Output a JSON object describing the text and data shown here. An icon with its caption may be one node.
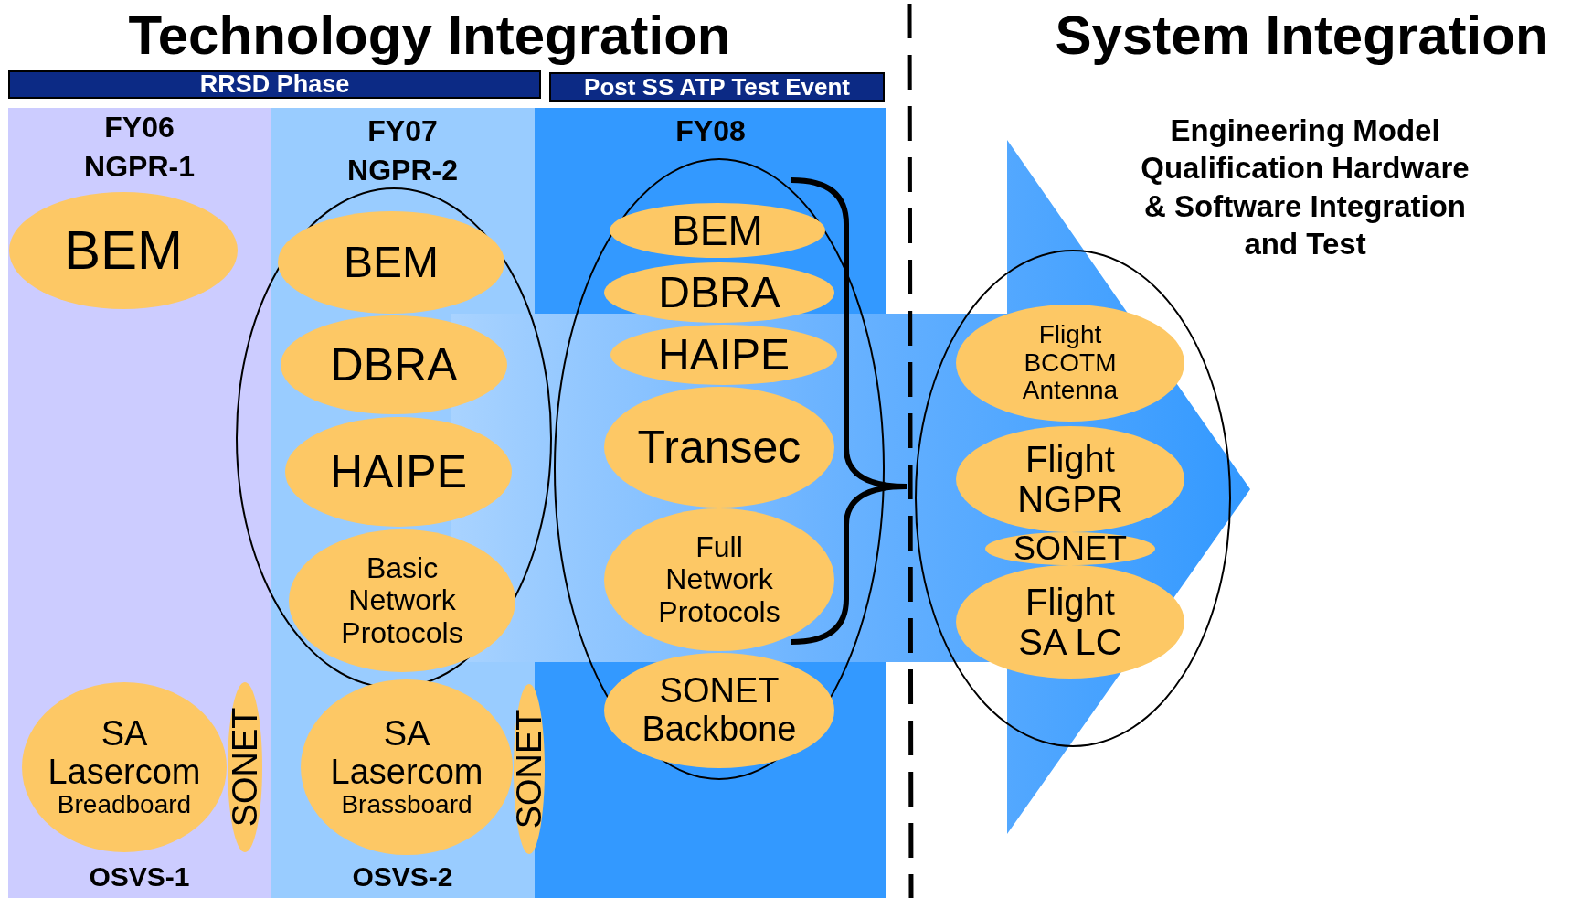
{
  "diagram": {
    "nodes": [
      {
        "text": [
          "RRSD Phase"
        ]
      },
      {
        "text": [
          "Post SS ATP Test Event"
        ]
      },
      {
        "text": [
          "FY06 NGPR-1",
          "OSVS-1"
        ]
      },
      {
        "text": [
          "FY07 NGPR-2",
          "OSVS-2"
        ]
      },
      {
        "text": [
          "FY08"
        ]
      },
      {
        "text": [
          "BEM"
        ],
        "in": 2
      },
      {
        "text": [
          "SA Lasercom",
          "Breadboard"
        ],
        "in": 2
      },
      {
        "text": [
          "SONET"
        ],
        "in": 2
      },
      {
        "text": [],
        "shape": "ellipse"
      },
      {
        "text": [
          "BEM"
        ],
        "in": 8
      },
      {
        "text": [
          "DBRA"
        ],
        "in": 8
      },
      {
        "text": [
          "HAIPE"
        ],
        "in": 8
      },
      {
        "text": [
          "Basic Network Protocols"
        ],
        "in": 8
      },
      {
        "text": [
          "SA Lasercom",
          "Brassboard"
        ],
        "in": 3
      },
      {
        "text": [
          "SONET"
        ]
      },
      {
        "text": [],
        "shape": "ellipse",
        "in": 4
      },
      {
        "text": [
          "BEM"
        ],
        "in": 15
      },
      {
        "text": [
          "DBRA"
        ],
        "in": 15
      },
      {
        "text": [
          "HAIPE"
        ],
        "in": 15
      },
      {
        "text": [
          "Transec"
        ],
        "in": 15
      },
      {
        "text": [
          "Full Network Protocols"
        ],
        "in": 15
      },
      {
        "text": [
          "SONET Backbone"
        ],
        "in": 15
      },
      {
        "text": [],
        "shape": "ellipse"
      },
      {
        "text": [
          "Flight BCOTM Antenna"
        ],
        "in": 22
      },
      {
        "text": [
          "Flight NGPR"
        ],
        "in": 22
      },
      {
        "text": [
          "SONET"
        ],
        "in": 22
      },
      {
        "text": [
          "Flight SA LC"
        ],
        "in": 22
      }
    ],
    "labels": [
      "Technology Integration",
      "System Integration",
      "Engineering Model Qualification Hardware & Software Integration and Test"
    ]
  }
}
